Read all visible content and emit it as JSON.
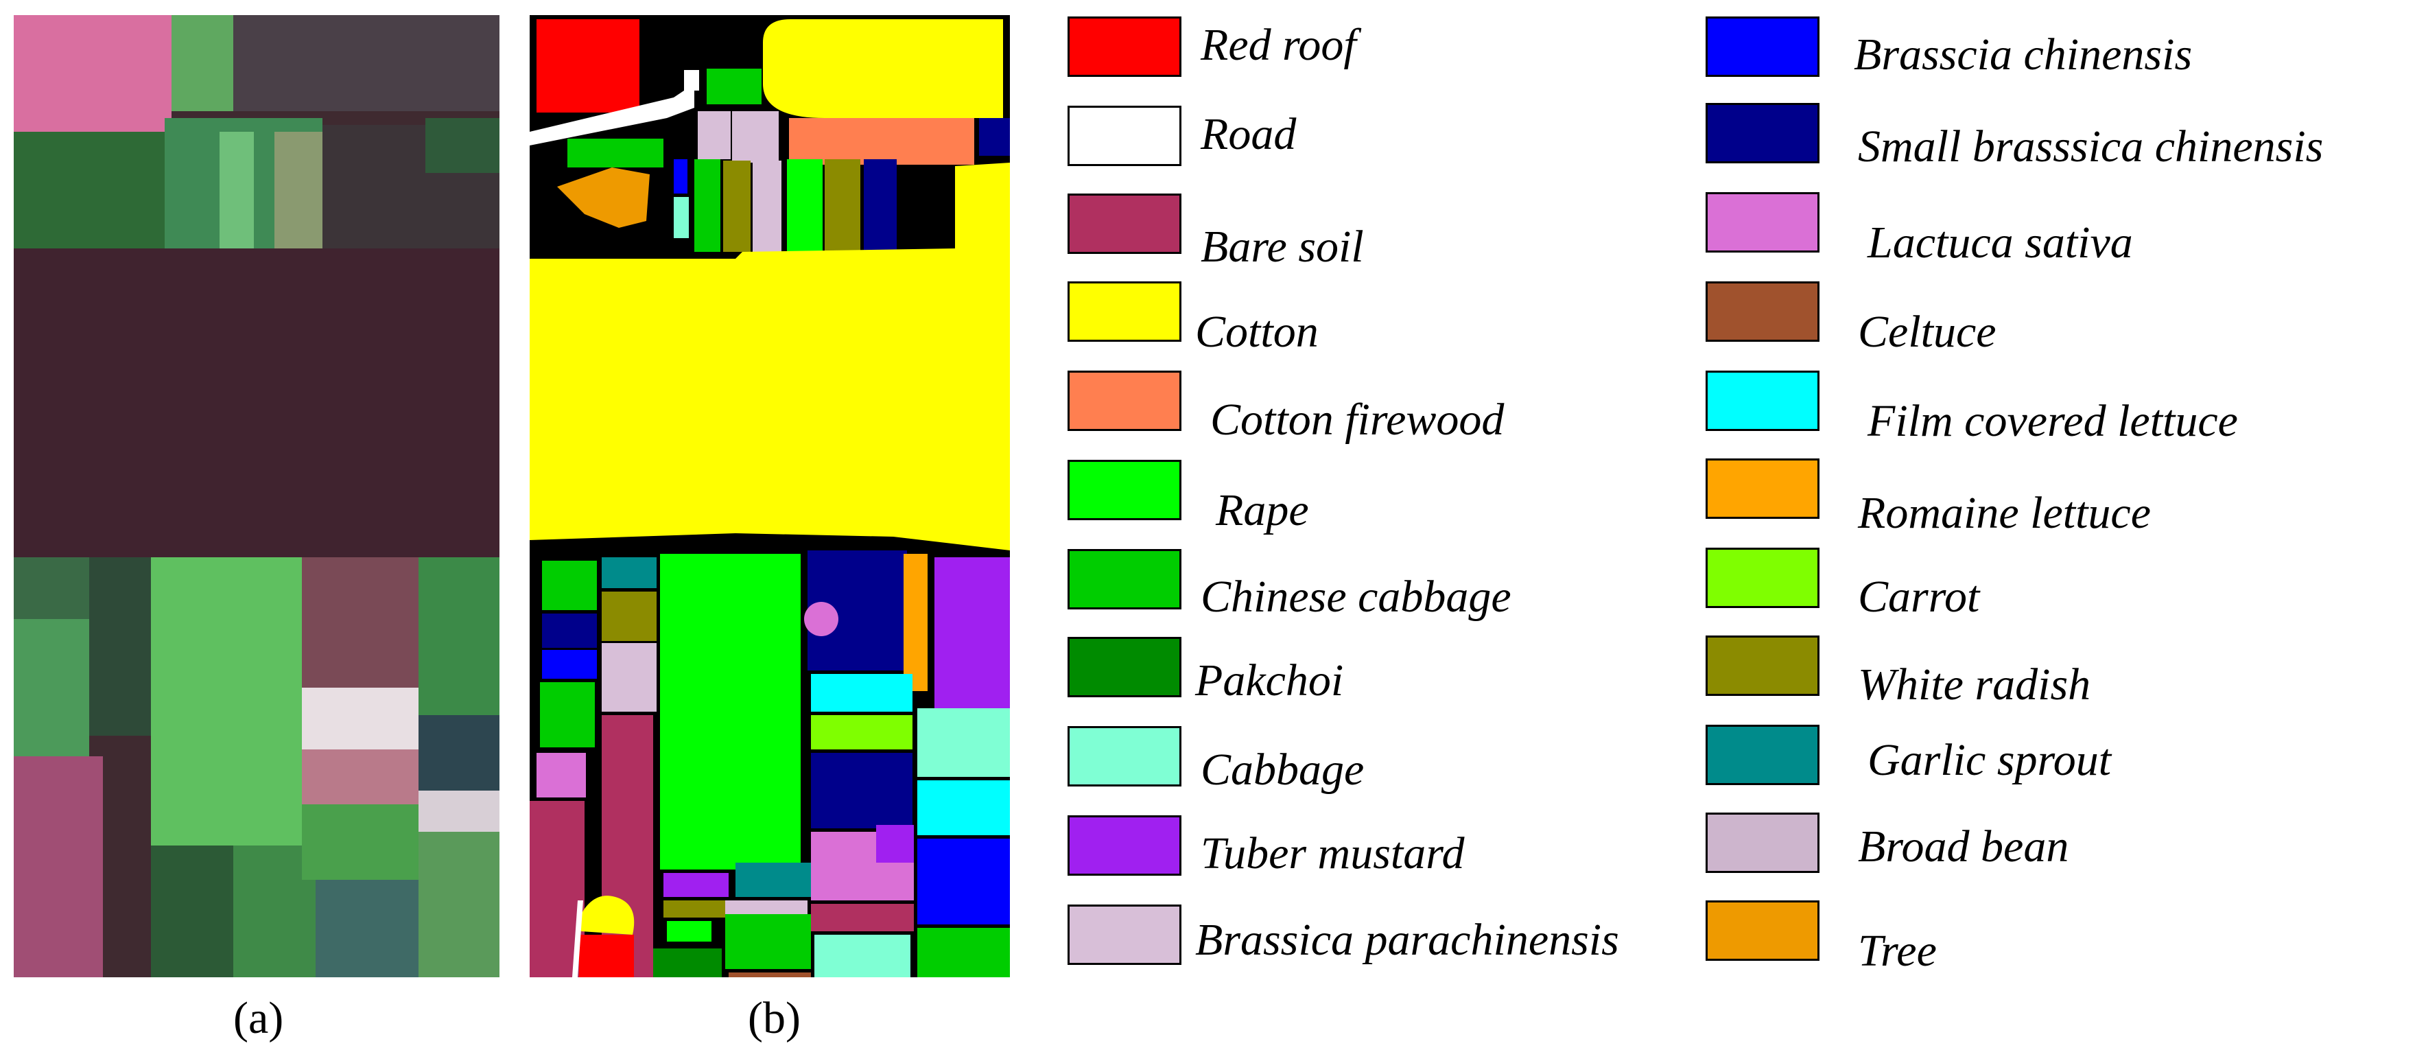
{
  "figure": {
    "captions": {
      "a": "(a)",
      "b": "(b)"
    }
  },
  "legend": {
    "left_column": [
      {
        "label": "Red roof",
        "color": "#FF0000"
      },
      {
        "label": "Road",
        "color": "#FFFFFF"
      },
      {
        "label": "Bare soil",
        "color": "#B03060"
      },
      {
        "label": "Cotton",
        "color": "#FFFF00"
      },
      {
        "label": "Cotton firewood",
        "color": "#FF7F50"
      },
      {
        "label": "Rape",
        "color": "#00FF00"
      },
      {
        "label": "Chinese cabbage",
        "color": "#00CD00"
      },
      {
        "label": "Pakchoi",
        "color": "#008B00"
      },
      {
        "label": "Cabbage",
        "color": "#7FFFD4"
      },
      {
        "label": "Tuber mustard",
        "color": "#A020F0"
      },
      {
        "label": "Brassica parachinensis",
        "color": "#D8BFD8"
      }
    ],
    "right_column": [
      {
        "label": "Brasscia chinensis",
        "color": "#0000FF"
      },
      {
        "label": "Small brasssica chinensis",
        "color": "#00008B"
      },
      {
        "label": "Lactuca sativa",
        "color": "#DA70D6"
      },
      {
        "label": "Celtuce",
        "color": "#A0522D"
      },
      {
        "label": "Film covered lettuce",
        "color": "#00FFFF"
      },
      {
        "label": "Romaine lettuce",
        "color": "#FFA500"
      },
      {
        "label": "Carrot",
        "color": "#7FFF00"
      },
      {
        "label": "White radish",
        "color": "#8B8B00"
      },
      {
        "label": "Garlic sprout",
        "color": "#008B8B"
      },
      {
        "label": "Broad bean",
        "color": "#CDB5CD"
      },
      {
        "label": "Tree",
        "color": "#EE9A00"
      }
    ]
  }
}
